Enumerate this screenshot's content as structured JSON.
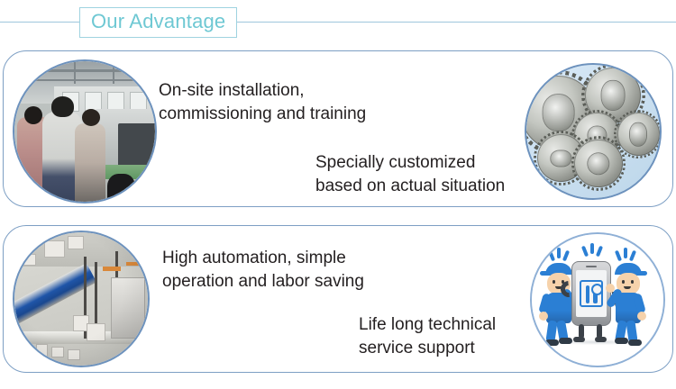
{
  "header": {
    "title": "Our Advantage",
    "title_color": "#6ec8d3",
    "rule_color": "#9fc7dd",
    "box_border_color": "#9fd3e0"
  },
  "theme": {
    "panel_border": "#7d9fc4",
    "circle_border": "#6d92bd",
    "text_color": "#231f20",
    "accent_blue": "#2b7fd4",
    "background": "#ffffff"
  },
  "panels": [
    {
      "id": "panel-advantage-1",
      "left_image": {
        "name": "onsite-installation-photo",
        "alt": "Engineers at a packaging machine inside a factory"
      },
      "right_image": {
        "name": "gears-photo",
        "alt": "Assorted metal gears"
      },
      "texts": [
        {
          "name": "advantage-text-onsite",
          "value": "On-site installation,\ncommissioning and training"
        },
        {
          "name": "advantage-text-customized",
          "value": "Specially customized\nbased on actual situation"
        }
      ]
    },
    {
      "id": "panel-advantage-2",
      "left_image": {
        "name": "production-line-photo",
        "alt": "Automated conveyor production line"
      },
      "right_image": {
        "name": "technical-service-illustration",
        "alt": "Two cartoon technicians beside a smartphone showing screwdriver and wrench"
      },
      "texts": [
        {
          "name": "advantage-text-automation",
          "value": "High automation, simple\noperation and labor saving"
        },
        {
          "name": "advantage-text-service",
          "value": "Life long technical\nservice support"
        }
      ]
    }
  ]
}
